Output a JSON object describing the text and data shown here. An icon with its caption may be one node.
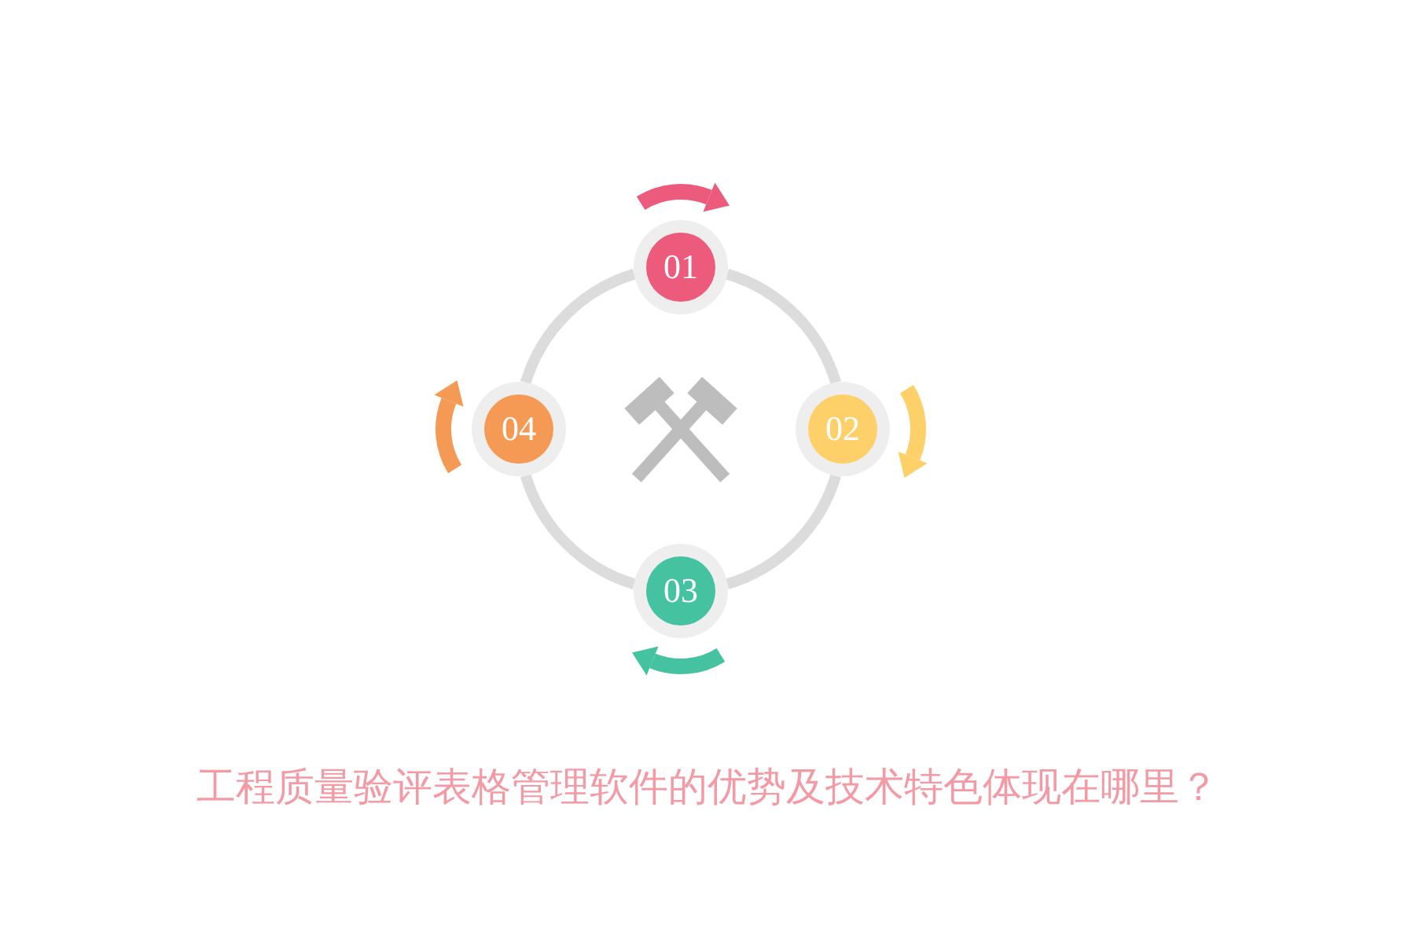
{
  "diagram": {
    "title": "工程质量验评表格管理软件的优势及技术特色体现在哪里？",
    "nodes": [
      {
        "text": [
          "01"
        ]
      },
      {
        "text": [
          "02"
        ]
      },
      {
        "text": [
          "03"
        ]
      },
      {
        "text": [
          "04"
        ]
      }
    ],
    "edges": [
      {
        "from": 0,
        "to": 1,
        "arrow": "none"
      },
      {
        "from": 1,
        "to": 2,
        "arrow": "none"
      },
      {
        "from": 2,
        "to": 3,
        "arrow": "none"
      },
      {
        "from": 3,
        "to": 0,
        "arrow": "none"
      }
    ]
  }
}
